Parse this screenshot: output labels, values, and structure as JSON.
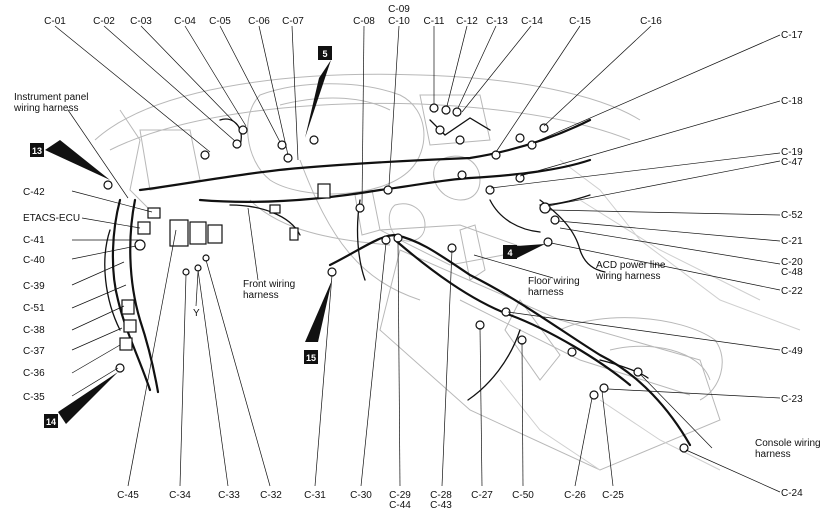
{
  "diagram": {
    "labels_top": [
      "C-01",
      "C-02",
      "C-03",
      "C-04",
      "C-05",
      "C-06",
      "C-07",
      "C-08",
      "C-09",
      "C-10",
      "C-11",
      "C-12",
      "C-13",
      "C-14",
      "C-15",
      "C-16",
      "C-17"
    ],
    "labels_right": [
      "C-18",
      "C-19",
      "C-47",
      "C-52",
      "C-21",
      "C-20",
      "C-48",
      "C-22",
      "C-49",
      "C-23",
      "C-24"
    ],
    "labels_left": [
      "C-42",
      "ETACS-ECU",
      "C-41",
      "C-40",
      "C-39",
      "C-51",
      "C-38",
      "C-37",
      "C-36",
      "C-35"
    ],
    "labels_bottom": [
      "C-45",
      "C-34",
      "C-33",
      "C-32",
      "C-31",
      "C-30",
      "C-29",
      "C-44",
      "C-28",
      "C-43",
      "C-27",
      "C-50",
      "C-26",
      "C-25"
    ],
    "harness_labels": {
      "instrument_panel": [
        "Instrument panel",
        "wiring harness"
      ],
      "front": [
        "Front wiring",
        "harness"
      ],
      "floor": [
        "Floor wiring",
        "harness"
      ],
      "acd": [
        "ACD power line",
        "wiring harness"
      ],
      "console": [
        "Console wiring",
        "harness"
      ]
    },
    "y_mark": "Y",
    "badges": [
      "5",
      "13",
      "4",
      "15",
      "14"
    ]
  }
}
